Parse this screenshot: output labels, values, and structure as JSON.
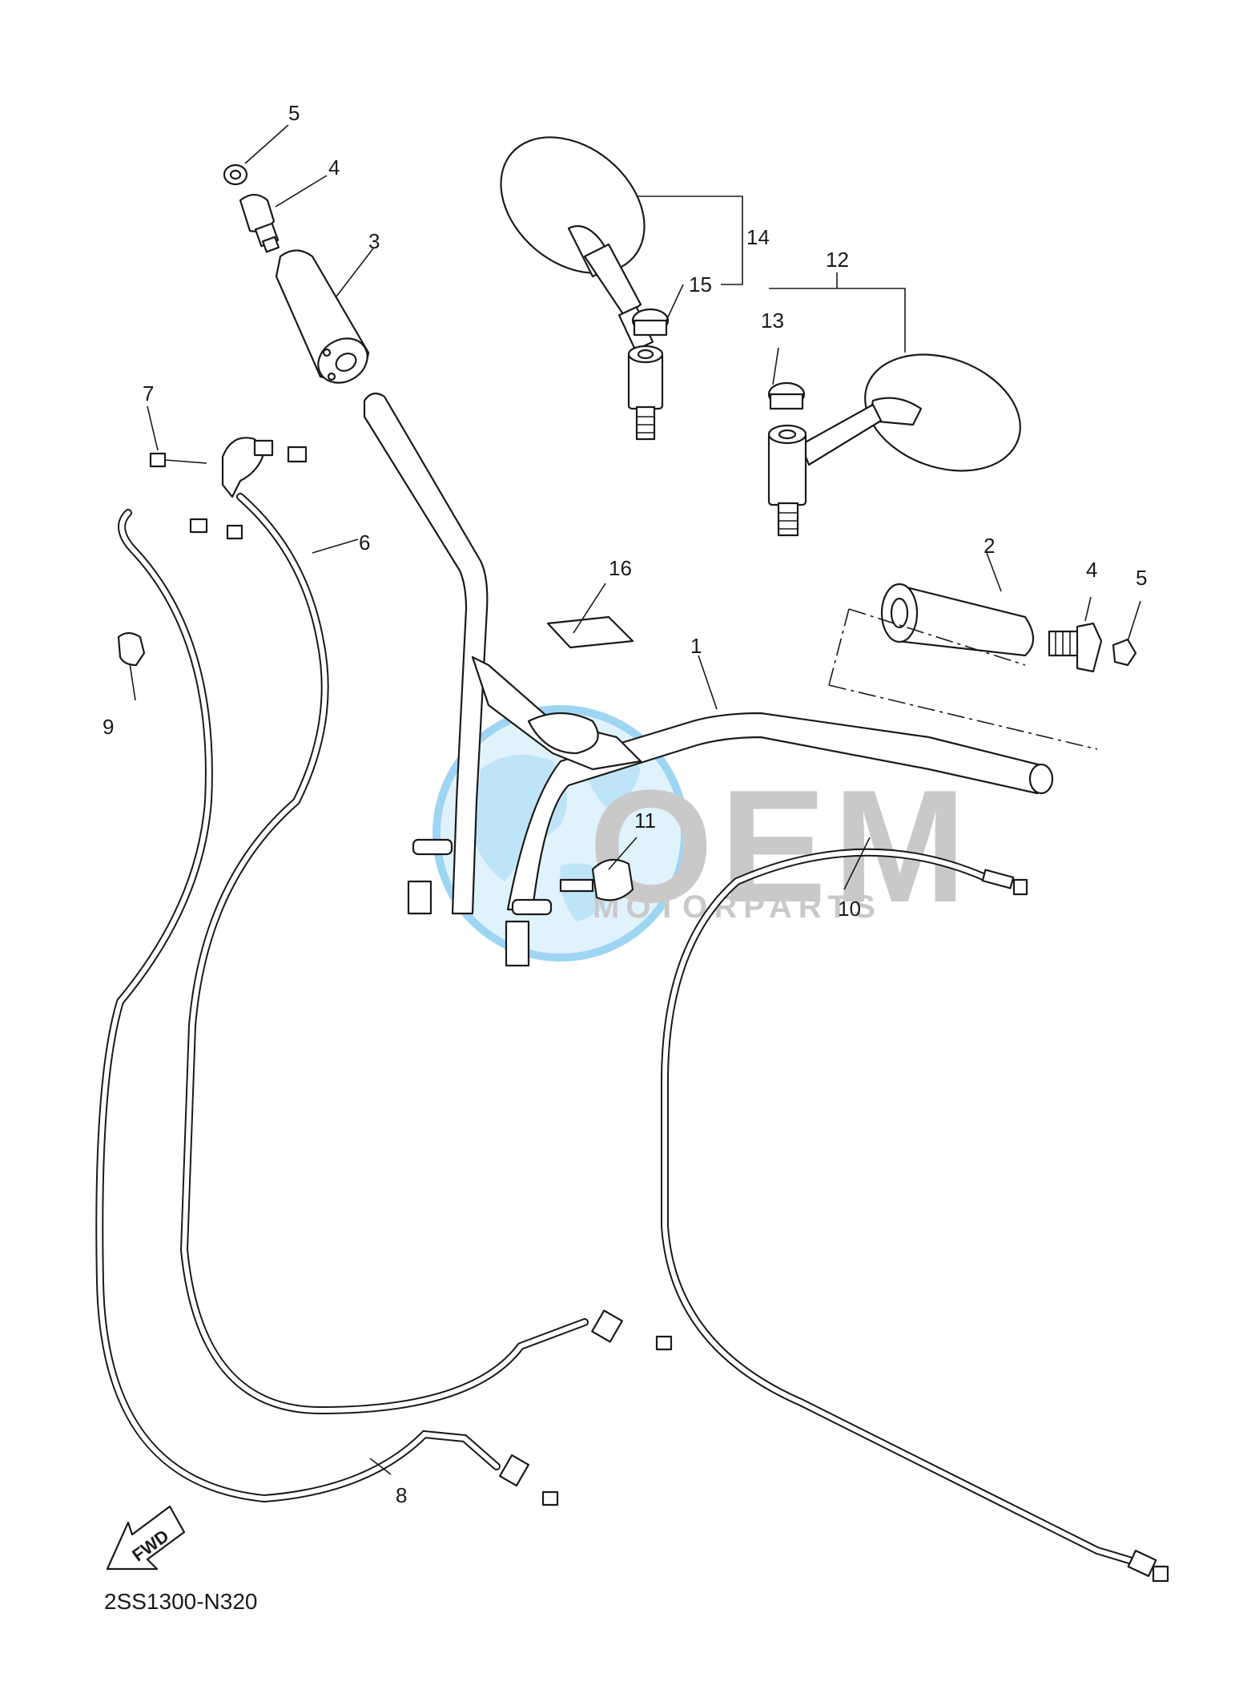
{
  "diagram": {
    "drawing_code": "2SS1300-N320",
    "direction_label": "FWD",
    "watermark": {
      "brand": "OEM",
      "tagline": "MOTORPARTS",
      "globe_color": "#7ec8ee",
      "text_color": "#b8b8b8"
    },
    "callouts": {
      "c1": "1",
      "c2": "2",
      "c3": "3",
      "c4a": "4",
      "c4b": "4",
      "c5a": "5",
      "c5b": "5",
      "c6": "6",
      "c7": "7",
      "c8": "8",
      "c9": "9",
      "c10": "10",
      "c11": "11",
      "c12": "12",
      "c13": "13",
      "c14": "14",
      "c15": "15",
      "c16": "16"
    }
  }
}
